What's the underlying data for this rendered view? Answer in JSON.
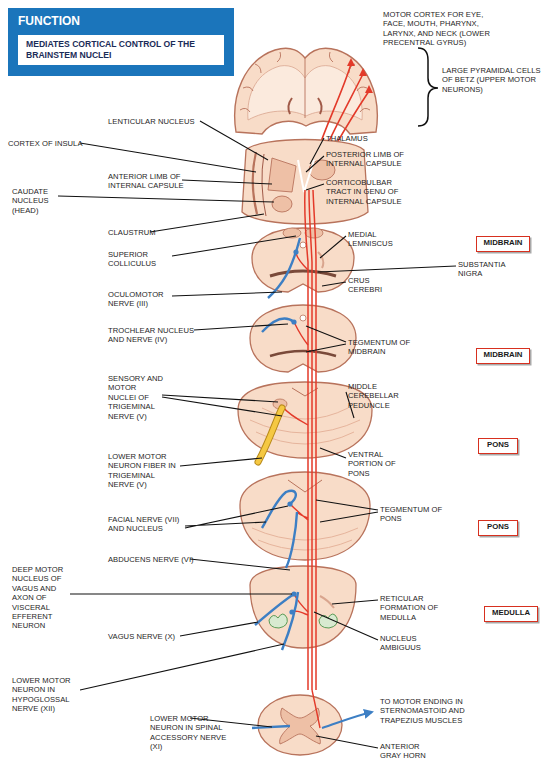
{
  "diagram": {
    "nodes": [
      {
        "text": [
          "FUNCTION",
          "MEDIATES CORTICAL CONTROL OF THE BRAINSTEM NUCLEI"
        ]
      },
      {
        "text": [
          "MIDBRAIN"
        ]
      },
      {
        "text": [
          "MIDBRAIN"
        ]
      },
      {
        "text": [
          "PONS"
        ]
      },
      {
        "text": [
          "PONS"
        ]
      },
      {
        "text": [
          "MEDULLA"
        ]
      }
    ],
    "labels": [
      "MOTOR CORTEX FOR EYE, FACE, MOUTH, PHARYNX, LARYNX, AND NECK (LOWER PRECENTRAL GYRUS)",
      "LARGE PYRAMIDAL CELLS OF BETZ (UPPER MOTOR NEURONS)",
      "LENTICULAR NUCLEUS",
      "CORTEX OF INSULA",
      "THALAMUS",
      "POSTERIOR LIMB OF INTERNAL CAPSULE",
      "ANTERIOR LIMB OF INTERNAL CAPSULE",
      "CORTICOBULBAR TRACT IN GENU OF INTERNAL CAPSULE",
      "CAUDATE NUCLEUS (HEAD)",
      "CLAUSTRUM",
      "MEDIAL LEMNISCUS",
      "SUPERIOR COLLICULUS",
      "SUBSTANTIA NIGRA",
      "CRUS CEREBRI",
      "OCULOMOTOR NERVE (III)",
      "TROCHLEAR NUCLEUS AND NERVE (IV)",
      "TEGMENTUM OF MIDBRAIN",
      "SENSORY AND MOTOR NUCLEI OF TRIGEMINAL NERVE (V)",
      "MIDDLE CEREBELLAR PEDUNCLE",
      "LOWER MOTOR NEURON FIBER IN TRIGEMINAL NERVE (V)",
      "VENTRAL PORTION OF PONS",
      "TEGMENTUM OF PONS",
      "FACIAL NERVE (VII) AND NUCLEUS",
      "ABDUCENS NERVE (VI)",
      "DEEP MOTOR NUCLEUS OF VAGUS AND AXON OF VISCERAL EFFERENT NEURON",
      "RETICULAR FORMATION OF MEDULLA",
      "VAGUS NERVE (X)",
      "NUCLEUS AMBIGUUS",
      "LOWER MOTOR NEURON IN HYPOGLOSSAL NERVE (XII)",
      "TO MOTOR ENDING IN STERNOMASTOID AND TRAPEZIUS MUSCLES",
      "LOWER MOTOR NEURON IN SPINAL ACCESSORY NERVE (XI)",
      "ANTERIOR GRAY HORN"
    ]
  }
}
